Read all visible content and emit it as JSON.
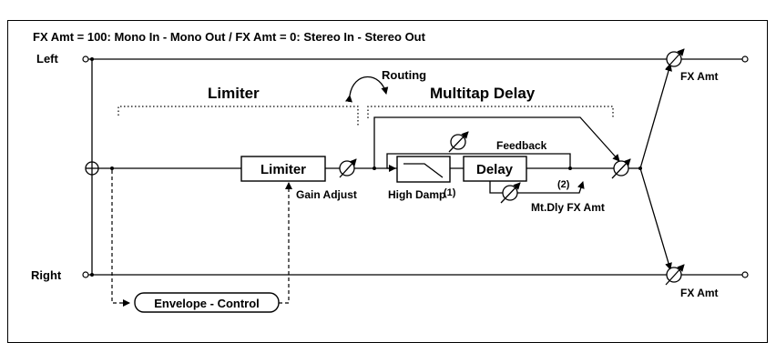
{
  "header": {
    "mode_text": "FX Amt = 100: Mono In - Mono Out  /  FX Amt = 0: Stereo In - Stereo Out"
  },
  "io": {
    "left_label": "Left",
    "right_label": "Right"
  },
  "sections": {
    "limiter_title": "Limiter",
    "multitap_title": "Multitap Delay",
    "routing_label": "Routing"
  },
  "blocks": {
    "limiter": "Limiter",
    "delay": "Delay",
    "envelope": "Envelope - Control"
  },
  "labels": {
    "gain_adjust": "Gain Adjust",
    "high_damp": "High Damp",
    "tap1": "(1)",
    "tap2": "(2)",
    "feedback": "Feedback",
    "mtdly_fx_amt": "Mt.Dly FX Amt",
    "fx_amt_top": "FX Amt",
    "fx_amt_bottom": "FX Amt"
  }
}
